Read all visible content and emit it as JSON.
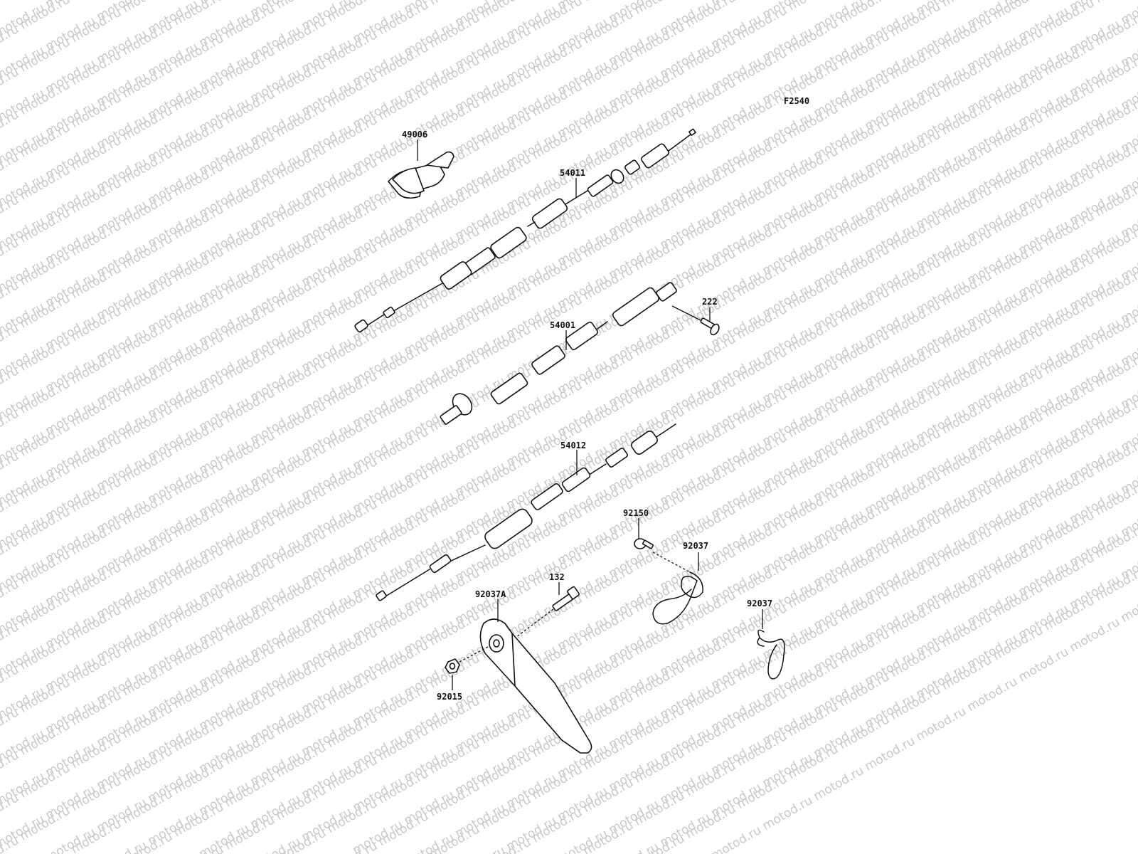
{
  "watermark_text": "motod.ru",
  "diagram_code": "F2540",
  "parts": {
    "p49006": "49006",
    "p54011": "54011",
    "p54001": "54001",
    "p222": "222",
    "p54012": "54012",
    "p92150": "92150",
    "p92037_a": "92037",
    "p92037_b": "92037",
    "p132": "132",
    "p92037A": "92037A",
    "p92015": "92015"
  },
  "colors": {
    "line": "#111111",
    "watermark": "#c8c8c8",
    "background": "#ffffff"
  }
}
